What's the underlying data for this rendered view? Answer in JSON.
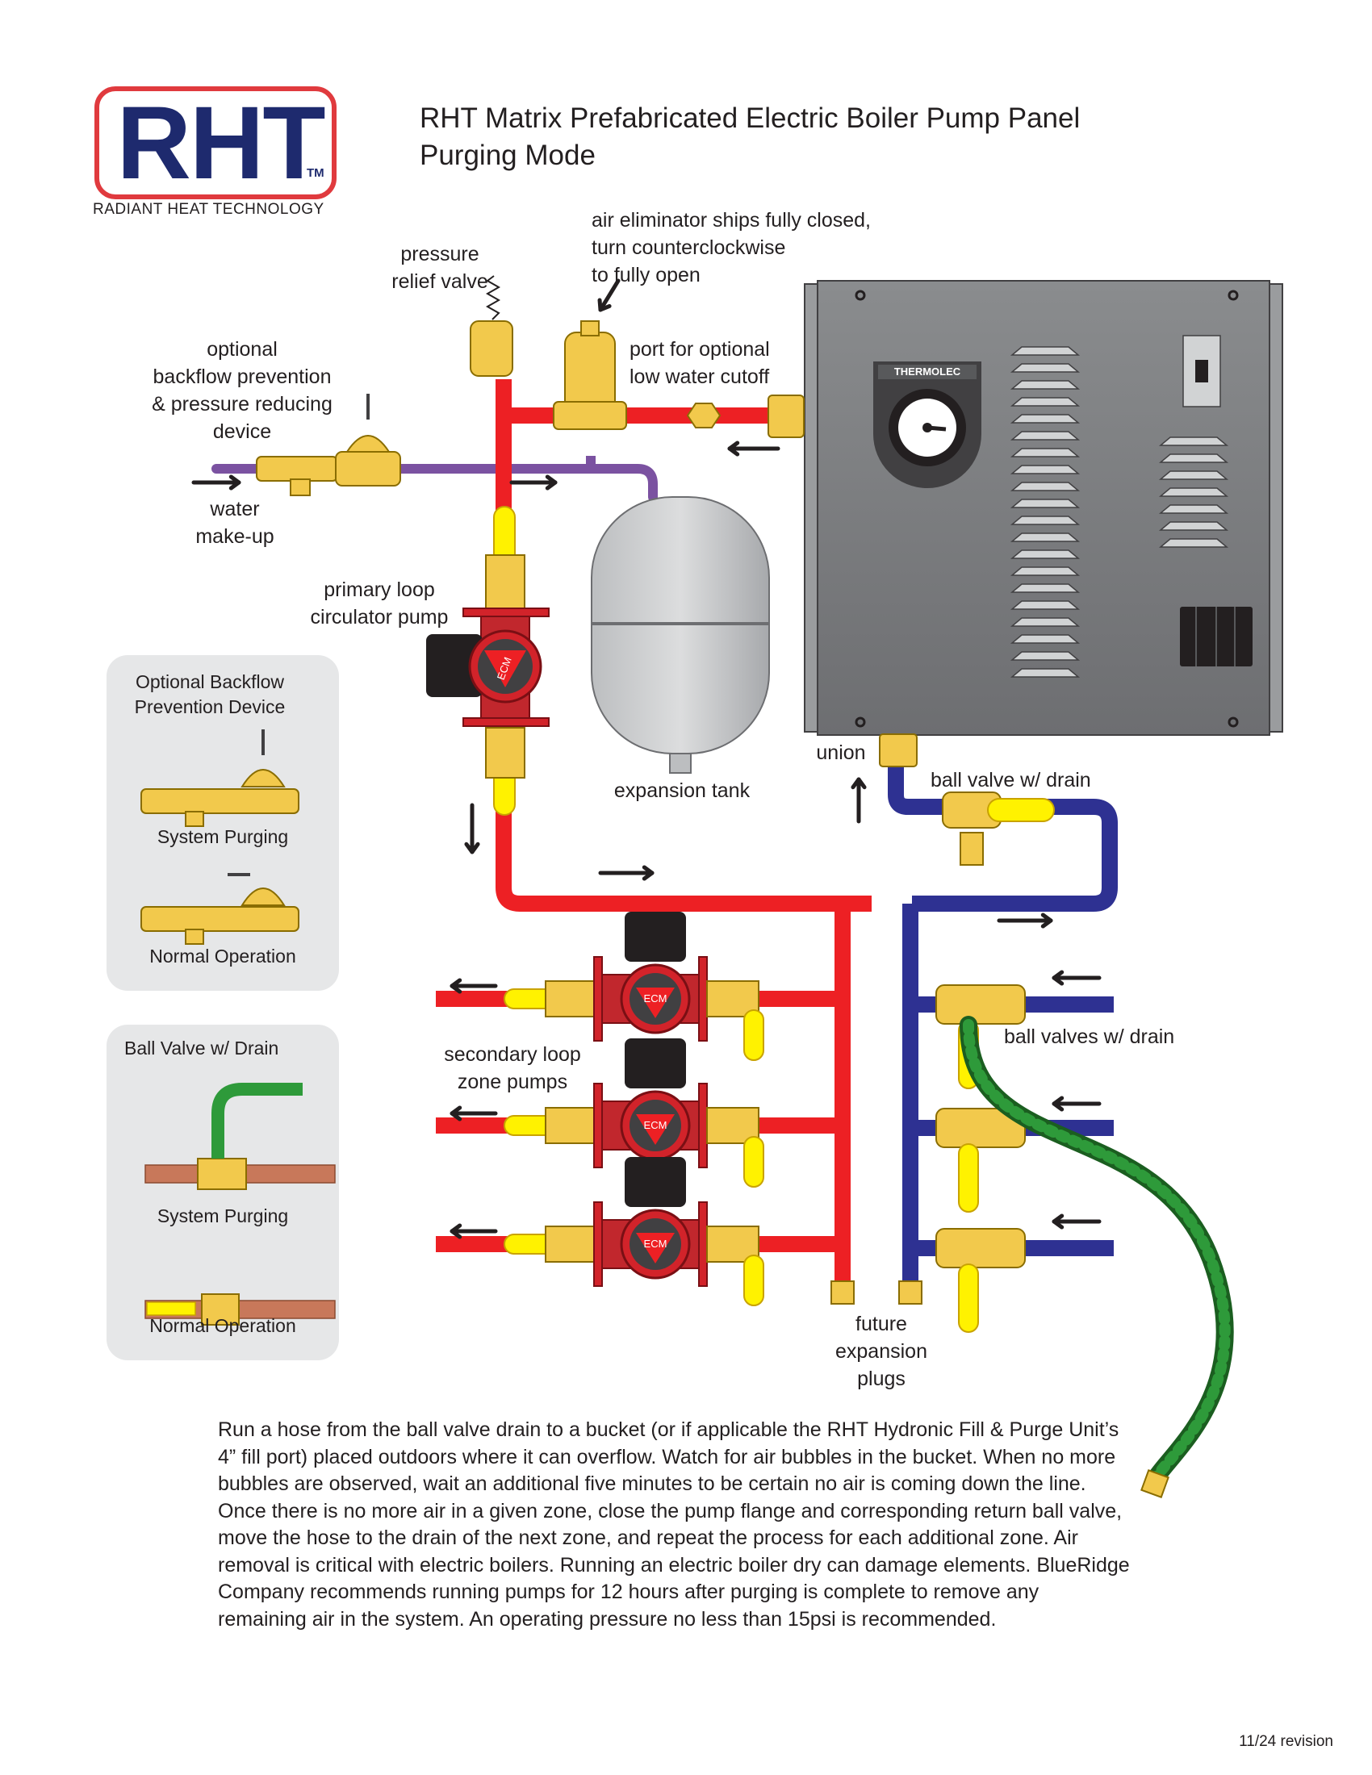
{
  "logo": {
    "text": "RHT",
    "tm": "TM",
    "subtitle": "RADIANT HEAT TECHNOLOGY"
  },
  "title": {
    "line1": "RHT Matrix Prefabricated Electric Boiler Pump Panel",
    "line2": "Purging Mode"
  },
  "labels": {
    "pressure_relief_l1": "pressure",
    "pressure_relief_l2": "relief valve",
    "air_elim_l1": "air eliminator ships fully closed,",
    "air_elim_l2": "turn counterclockwise",
    "air_elim_l3": "to fully open",
    "port_l1": "port for optional",
    "port_l2": "low water cutoff",
    "backflow_l1": "optional",
    "backflow_l2": "backflow prevention",
    "backflow_l3": "& pressure reducing",
    "backflow_l4": "device",
    "makeup_l1": "water",
    "makeup_l2": "make-up",
    "primary_l1": "primary loop",
    "primary_l2": "circulator pump",
    "expansion_tank": "expansion tank",
    "union": "union",
    "ball_valve_drain": "ball valve w/ drain",
    "secondary_l1": "secondary loop",
    "secondary_l2": "zone pumps",
    "ball_valves_drain": "ball valves w/ drain",
    "future_l1": "future",
    "future_l2": "expansion",
    "future_l3": "plugs",
    "thermolec": "THERMOLEC",
    "ecm": "ECM"
  },
  "inset_backflow": {
    "title_l1": "Optional Backflow",
    "title_l2": "Prevention Device",
    "system_purging": "System Purging",
    "normal_operation": "Normal Operation"
  },
  "inset_ballvalve": {
    "title": "Ball Valve w/ Drain",
    "system_purging": "System Purging",
    "normal_operation": "Normal Operation"
  },
  "body_text": "Run a hose from the ball valve drain to a bucket (or if applicable the RHT Hydronic Fill & Purge Unit’s 4” fill port) placed outdoors where it can overflow. Watch for air bubbles in the bucket. When no more bubbles are observed, wait an additional five minutes to be certain no air is coming down the line. Once there is no more air in a given zone, close the pump flange and corresponding return ball valve, move the hose to the drain of the next zone, and repeat the process for each additional zone.  Air removal is critical with electric boilers. Running an electric boiler dry can damage elements. BlueRidge Company recommends running pumps for 12 hours after purging is complete to remove any remaining air in the system. An operating pressure no less than 15psi is recommended.",
  "revision": "11/24 revision",
  "colors": {
    "supply_red": "#ed2024",
    "return_blue": "#2e3192",
    "makeup_purple": "#7b52a1",
    "brass": "#f2c94c",
    "handle_yellow": "#fff200",
    "hose_green": "#1f8a2e",
    "boiler_gray": "#8a8c8e",
    "logo_red": "#e03a3e",
    "logo_navy": "#1e2a6e"
  }
}
